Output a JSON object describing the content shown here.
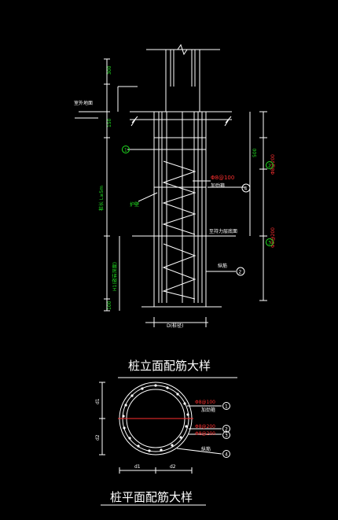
{
  "drawing": {
    "elevation_title": "桩立面配筋大样",
    "plan_title": "桩平面配筋大样"
  },
  "elevation": {
    "ground_label": "室外地面",
    "dim_top": "300",
    "dim_collar": "150",
    "dim_cap": "500",
    "dim_pile_length": "桩长 L≥5m",
    "dim_embed": "H1(嵌岩深度)",
    "dim_bottom": "100",
    "rebar_top_label": "Φ8@200",
    "rebar_bottom_label": "Φ8@200",
    "spiral_label": "Φ8@100",
    "stiffener_label": "加劲箍",
    "wall_label": "护壁",
    "bearing_layer_label": "至持力层底面",
    "main_bar_label": "纵筋",
    "tag_1": "1",
    "tag_2": "2",
    "tag_3": "3",
    "tag_4": "4",
    "dim_diameter": "D(桩径)"
  },
  "plan": {
    "label_stirrup": "Φ8@100",
    "label_stiffener": "加劲箍",
    "label_main1": "Φ8@200",
    "label_main2": "Φ8@200",
    "label_bars": "纵筋",
    "tag_1": "1",
    "tag_2": "2",
    "tag_3": "3",
    "tag_4": "4",
    "dim_d1": "d1",
    "dim_d2": "d2",
    "dim_d3": "d1",
    "dim_d4": "d2"
  }
}
